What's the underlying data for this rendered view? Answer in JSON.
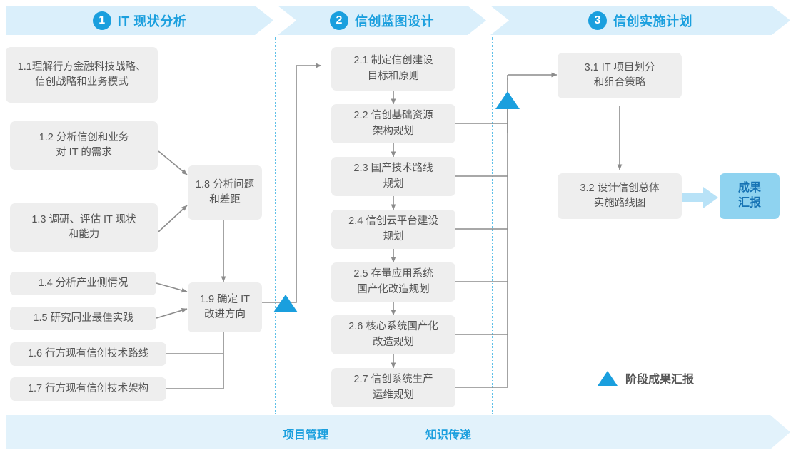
{
  "phases": [
    {
      "num": "1",
      "title": "IT 现状分析"
    },
    {
      "num": "2",
      "title": "信创蓝图设计"
    },
    {
      "num": "3",
      "title": "信创实施计划"
    }
  ],
  "phase1_tasks": [
    {
      "id": "1.1",
      "text": "1.1理解行方金融科技战略、\n信创战略和业务模式"
    },
    {
      "id": "1.2",
      "text": "1.2 分析信创和业务\n对 IT 的需求"
    },
    {
      "id": "1.3",
      "text": "1.3 调研、评估 IT 现状\n和能力"
    },
    {
      "id": "1.4",
      "text": "1.4 分析产业侧情况"
    },
    {
      "id": "1.5",
      "text": "1.5 研究同业最佳实践"
    },
    {
      "id": "1.6",
      "text": "1.6 行方现有信创技术路线"
    },
    {
      "id": "1.7",
      "text": "1.7 行方现有信创技术架构"
    },
    {
      "id": "1.8",
      "text": "1.8 分析问题\n和差距"
    },
    {
      "id": "1.9",
      "text": "1.9 确定 IT\n改进方向"
    }
  ],
  "phase2_tasks": [
    {
      "id": "2.1",
      "text": "2.1 制定信创建设\n目标和原则"
    },
    {
      "id": "2.2",
      "text": "2.2 信创基础资源\n架构规划"
    },
    {
      "id": "2.3",
      "text": "2.3 国产技术路线\n规划"
    },
    {
      "id": "2.4",
      "text": "2.4 信创云平台建设\n规划"
    },
    {
      "id": "2.5",
      "text": "2.5 存量应用系统\n国产化改造规划"
    },
    {
      "id": "2.6",
      "text": "2.6 核心系统国产化\n改造规划"
    },
    {
      "id": "2.7",
      "text": "2.7 信创系统生产\n运维规划"
    }
  ],
  "phase3_tasks": [
    {
      "id": "3.1",
      "text": "3.1 IT 项目划分\n和组合策略"
    },
    {
      "id": "3.2",
      "text": "3.2 设计信创总体\n实施路线图"
    }
  ],
  "deliverable": {
    "text": "成果\n汇报"
  },
  "legend": {
    "label": "阶段成果汇报",
    "marker": "triangle-up-icon"
  },
  "footer": {
    "labels": [
      "项目管理",
      "知识传递"
    ]
  },
  "colors": {
    "accent": "#1a9fde",
    "band": "#daeffb",
    "footer_band": "#e2f2fb",
    "box": "#eeeeee",
    "box_text": "#555555",
    "deliverable_bg": "#8fd3f0",
    "deliverable_text": "#1673b4",
    "connector": "#8c8c8c",
    "divider": "#5fc0e8"
  }
}
